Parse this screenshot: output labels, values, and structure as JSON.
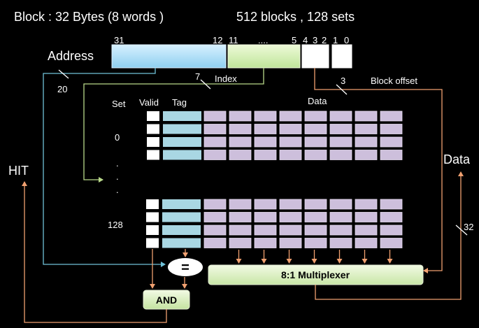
{
  "header": {
    "block_label": "Block : 32 Bytes (8 words )",
    "blocks_label": "512 blocks , 128 sets"
  },
  "address": {
    "label": "Address",
    "bits": {
      "b31": "31",
      "b12": "12",
      "b11": "11",
      "dots": "....",
      "b5": "5",
      "b4": "4",
      "b3": "3",
      "b2": "2",
      "b1": "1",
      "b0": "0"
    },
    "tag_width": "20",
    "index_width": "7",
    "index_label": "Index",
    "offset_width": "3",
    "offset_label": "Block offset"
  },
  "cache": {
    "set_header": "Set",
    "valid_header": "Valid",
    "tag_header": "Tag",
    "data_header": "Data",
    "set_first": "0",
    "set_last": "128",
    "ellipsis": ".",
    "ways_per_set": 4,
    "words_per_block": 8
  },
  "logic": {
    "compare_label": "=",
    "mux_label": "8:1 Multiplexer",
    "and_label": "AND",
    "hit_label": "HIT",
    "data_out_label": "Data",
    "data_width": "32"
  },
  "colors": {
    "wire_orange": "#f0a070",
    "wire_blue": "#6fc1d8",
    "wire_green": "#b9d98a",
    "tag_cell": "#a9d7e3",
    "data_cell": "#cdbfdc"
  }
}
